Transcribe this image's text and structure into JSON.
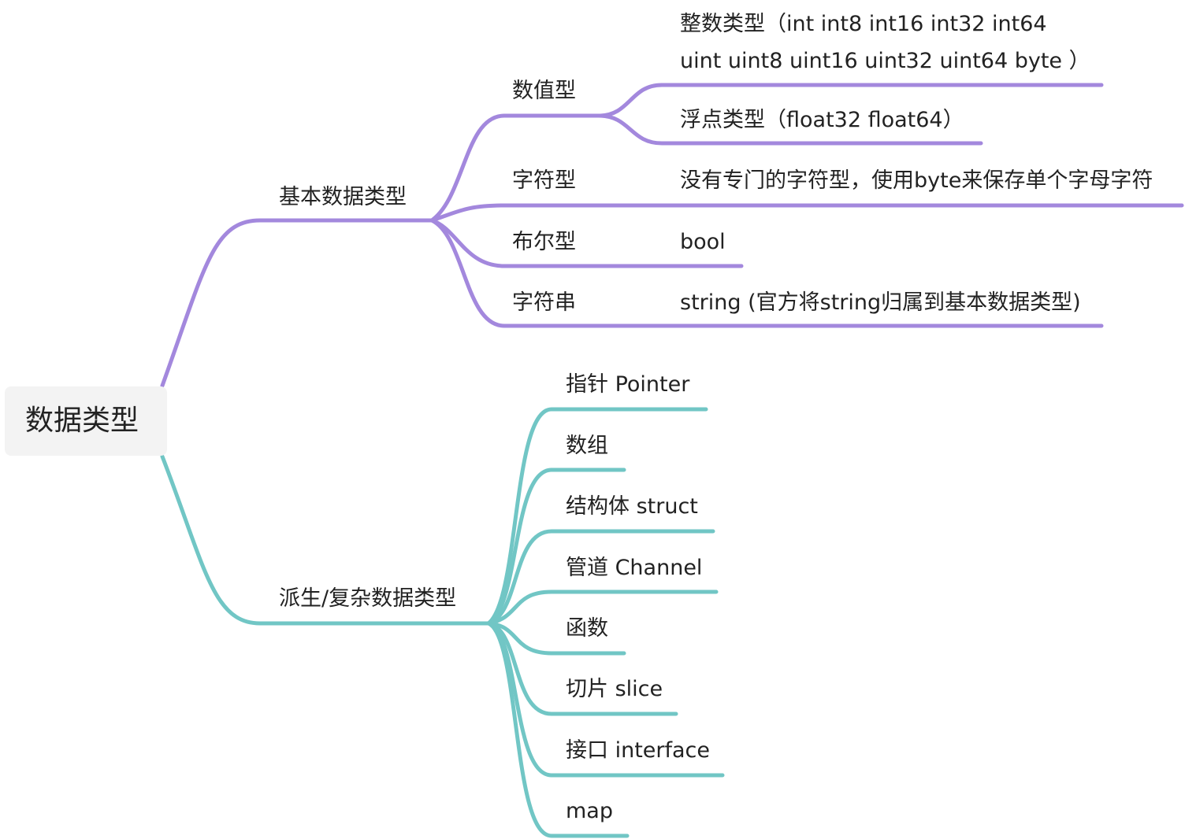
{
  "root": {
    "label": "数据类型"
  },
  "colors": {
    "basic": "#a388dd",
    "derived": "#71c6c5",
    "root_bg": "#f3f3f3"
  },
  "basic": {
    "label": "基本数据类型",
    "numeric": {
      "label": "数值型",
      "integer_line1": "整数类型（int int8 int16 int32 int64",
      "integer_line2": "uint uint8 uint16 uint32 uint64 byte ）",
      "float": "浮点类型（float32 float64）"
    },
    "char": {
      "label": "字符型",
      "desc": "没有专门的字符型，使用byte来保存单个字母字符"
    },
    "bool": {
      "label": "布尔型",
      "desc": "bool"
    },
    "string": {
      "label": "字符串",
      "desc": "string (官方将string归属到基本数据类型)"
    }
  },
  "derived": {
    "label": "派生/复杂数据类型",
    "items": [
      "指针 Pointer",
      "数组",
      "结构体 struct",
      "管道 Channel",
      "函数",
      "切片 slice",
      "接口 interface",
      "map"
    ]
  }
}
